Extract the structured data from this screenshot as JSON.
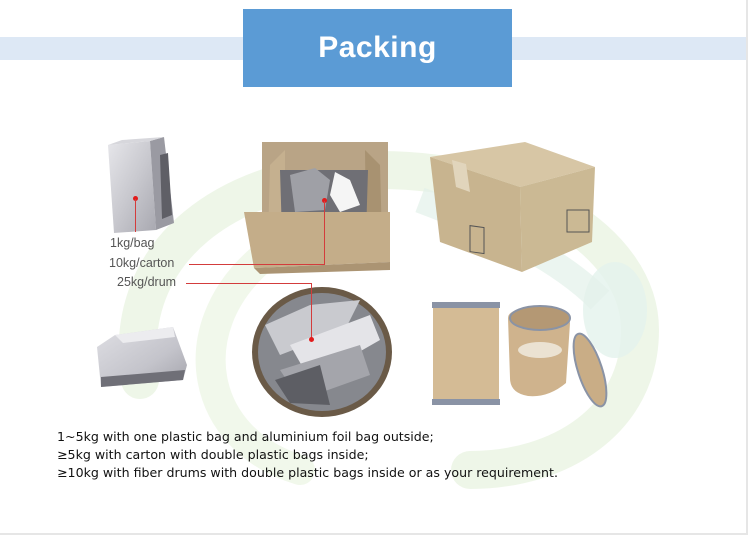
{
  "header": {
    "title": "Packing",
    "title_bg_color": "#5b9bd5",
    "band_color": "#dde8f5"
  },
  "images": [
    {
      "name": "foil-bag-standing",
      "alt": "aluminium foil bag (standing)"
    },
    {
      "name": "open-carton",
      "alt": "open carton with foil bags"
    },
    {
      "name": "closed-carton",
      "alt": "closed cardboard carton"
    },
    {
      "name": "foil-bag-lying",
      "alt": "aluminium foil bag (lying)"
    },
    {
      "name": "drum-top-view",
      "alt": "fiber drum top view with bags"
    },
    {
      "name": "fiber-drums",
      "alt": "fiber drums with lid"
    }
  ],
  "callouts": [
    {
      "label": "1kg/bag"
    },
    {
      "label": "10kg/carton"
    },
    {
      "label": "25kg/drum"
    }
  ],
  "callout_color": "#d33c3c",
  "description": [
    "1~5kg with one plastic bag and aluminium foil bag outside;",
    "≥5kg with carton with double plastic bags inside;",
    "≥10kg with fiber drums with double plastic bags inside or as your requirement."
  ]
}
